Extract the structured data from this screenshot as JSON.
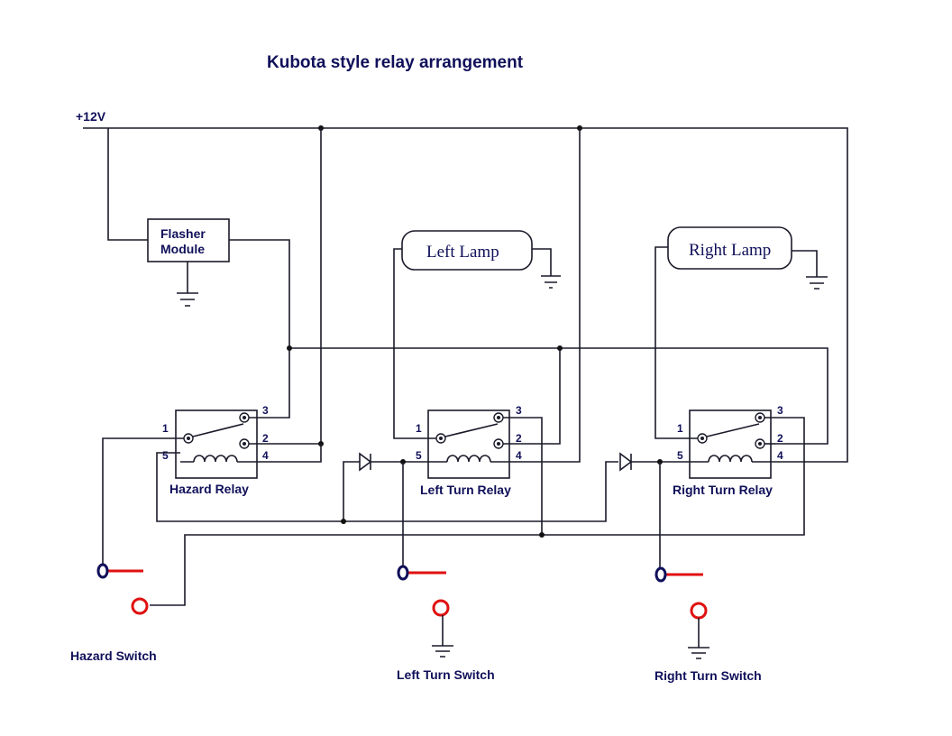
{
  "title": "Kubota style relay arrangement",
  "supply_label": "+12V",
  "flasher": {
    "line1": "Flasher",
    "line2": "Module"
  },
  "lamps": {
    "left": "Left Lamp",
    "right": "Right Lamp"
  },
  "relays": [
    {
      "name": "Hazard Relay",
      "pins": [
        "1",
        "2",
        "3",
        "4",
        "5"
      ]
    },
    {
      "name": "Left Turn Relay",
      "pins": [
        "1",
        "2",
        "3",
        "4",
        "5"
      ]
    },
    {
      "name": "Right Turn Relay",
      "pins": [
        "1",
        "2",
        "3",
        "4",
        "5"
      ]
    }
  ],
  "switches": {
    "hazard": "Hazard Switch",
    "left": "Left Turn Switch",
    "right": "Right Turn Switch"
  },
  "colors": {
    "wire": "#1a1a2a",
    "text": "#10105a",
    "switch_contact": "#e01010",
    "switch_pivot": "#10105a"
  }
}
